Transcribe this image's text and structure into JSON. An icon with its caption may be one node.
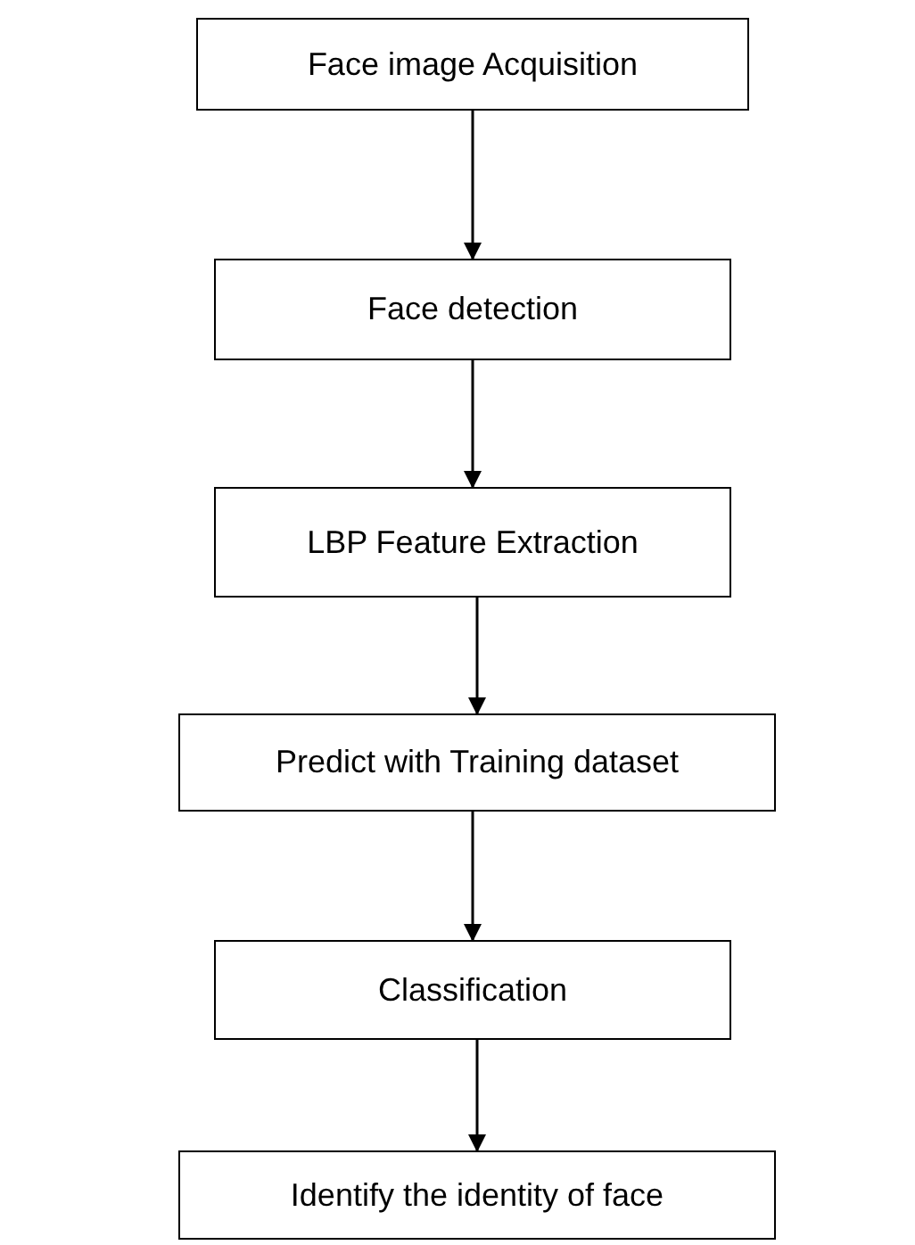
{
  "diagram": {
    "nodes": [
      {
        "text": [
          "Face image Acquisition"
        ]
      },
      {
        "text": [
          "Face detection"
        ]
      },
      {
        "text": [
          "LBP Feature Extraction"
        ]
      },
      {
        "text": [
          "Predict with Training dataset"
        ]
      },
      {
        "text": [
          "Classification"
        ]
      },
      {
        "text": [
          "Identify the identity of face"
        ]
      }
    ],
    "edges": [
      {
        "from": 0,
        "to": 1,
        "arrow": "to"
      },
      {
        "from": 1,
        "to": 2,
        "arrow": "to"
      },
      {
        "from": 2,
        "to": 3,
        "arrow": "to"
      },
      {
        "from": 3,
        "to": 4,
        "arrow": "to"
      },
      {
        "from": 4,
        "to": 5,
        "arrow": "to"
      }
    ]
  }
}
